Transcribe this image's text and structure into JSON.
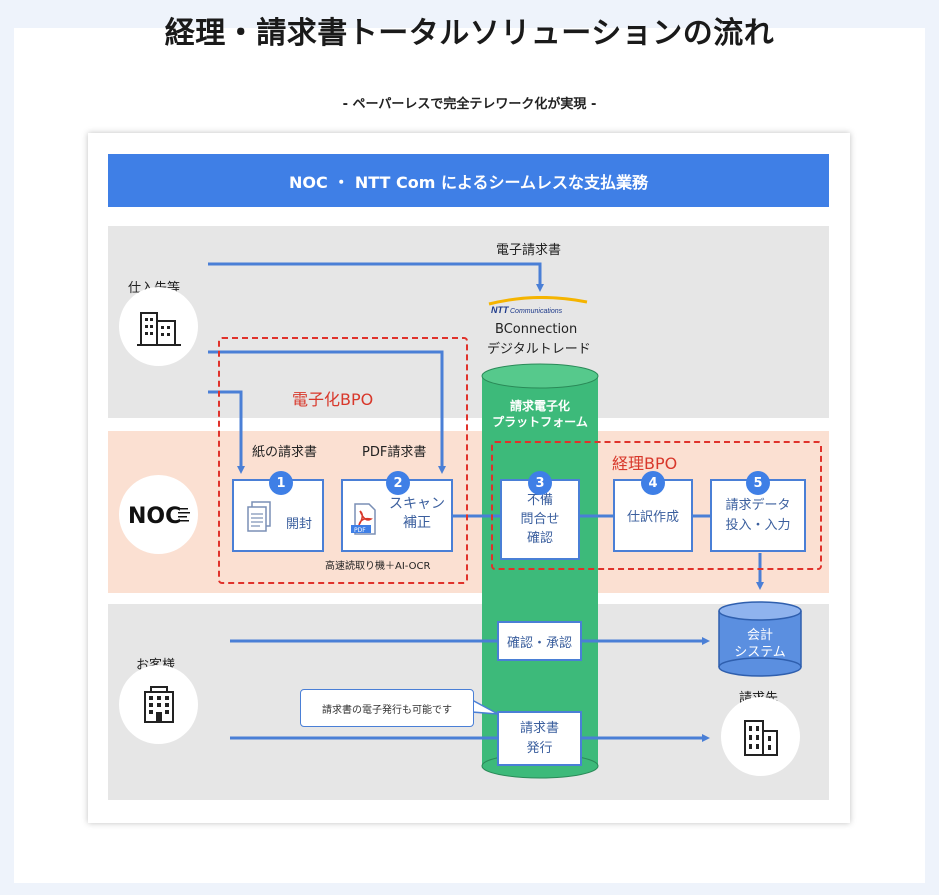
{
  "title": "経理・請求書トータルソリューションの流れ",
  "subtitle": "- ペーパーレスで完全テレワーク化が実現 -",
  "header": "NOC ・ NTT Com によるシームレスな支払業務",
  "labels": {
    "supplier": "仕入先等",
    "e_invoice": "電子請求書",
    "ntt_logo": "NTT Communications",
    "bconnection": "BConnection",
    "digital_trade": "デジタルトレード",
    "digitization_bpo": "電子化BPO",
    "accounting_bpo": "経理BPO",
    "paper_invoice": "紙の請求書",
    "pdf_invoice": "PDF請求書",
    "platform_line1": "請求電子化",
    "platform_line2": "プラットフォーム",
    "ocr_note": "高速読取り機＋AI-OCR",
    "noc_logo": "NOC",
    "customer": "お客様",
    "billing_dest": "請求先",
    "callout": "請求書の電子発行も可能です"
  },
  "steps": [
    {
      "num": "1",
      "line1": "開封",
      "line2": ""
    },
    {
      "num": "2",
      "line1": "スキャン",
      "line2": "補正"
    },
    {
      "num": "3",
      "line1": "不備",
      "line2": "問合せ",
      "line3": "確認"
    },
    {
      "num": "4",
      "line1": "仕訳作成",
      "line2": ""
    },
    {
      "num": "5",
      "line1": "請求データ",
      "line2": "投入・入力"
    }
  ],
  "approve": "確認・承認",
  "issue_line1": "請求書",
  "issue_line2": "発行",
  "db_line1": "会計",
  "db_line2": "システム",
  "pdf_tag": "PDF",
  "colors": {
    "blue": "#3f7fe6",
    "green": "#3dba7a",
    "red_dash": "#e0322b",
    "peach": "#fbe0d2",
    "gray": "#e6e6e6"
  }
}
